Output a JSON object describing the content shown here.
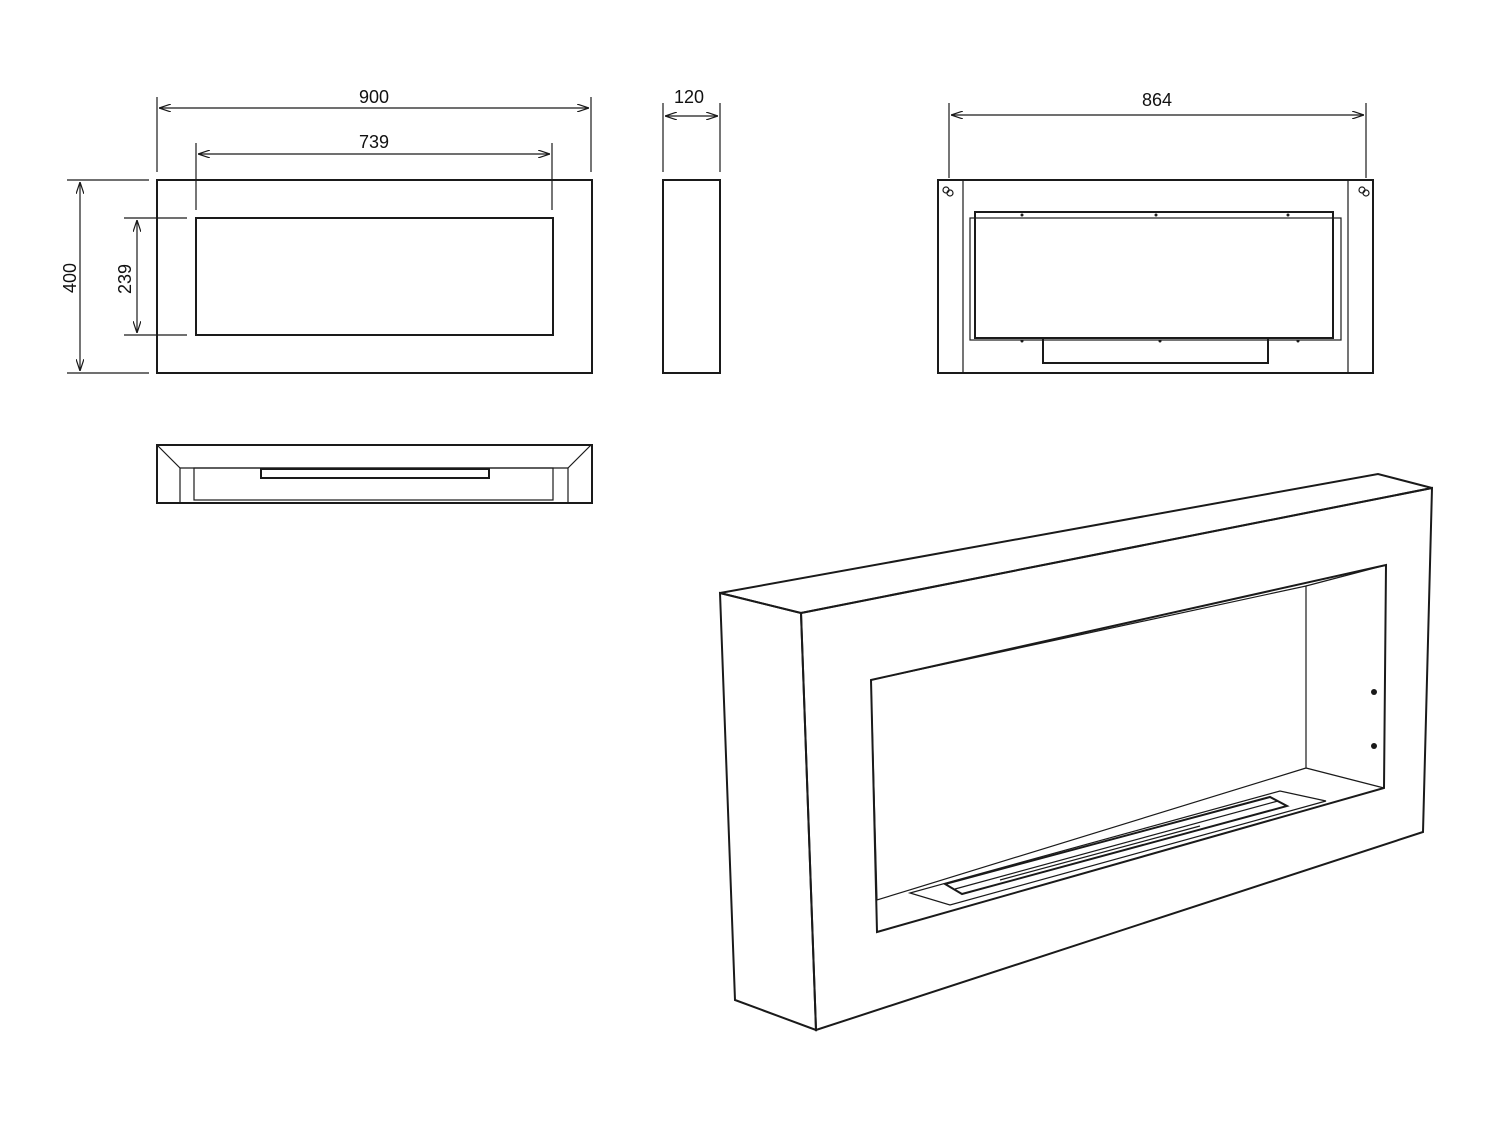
{
  "front_view": {
    "width_label": "900",
    "opening_width_label": "739",
    "height_label": "400",
    "opening_height_label": "239"
  },
  "side_view": {
    "depth_label": "120"
  },
  "back_view": {
    "width_label": "864"
  },
  "colors": {
    "line": "#1a1a1a",
    "background": "#ffffff"
  }
}
